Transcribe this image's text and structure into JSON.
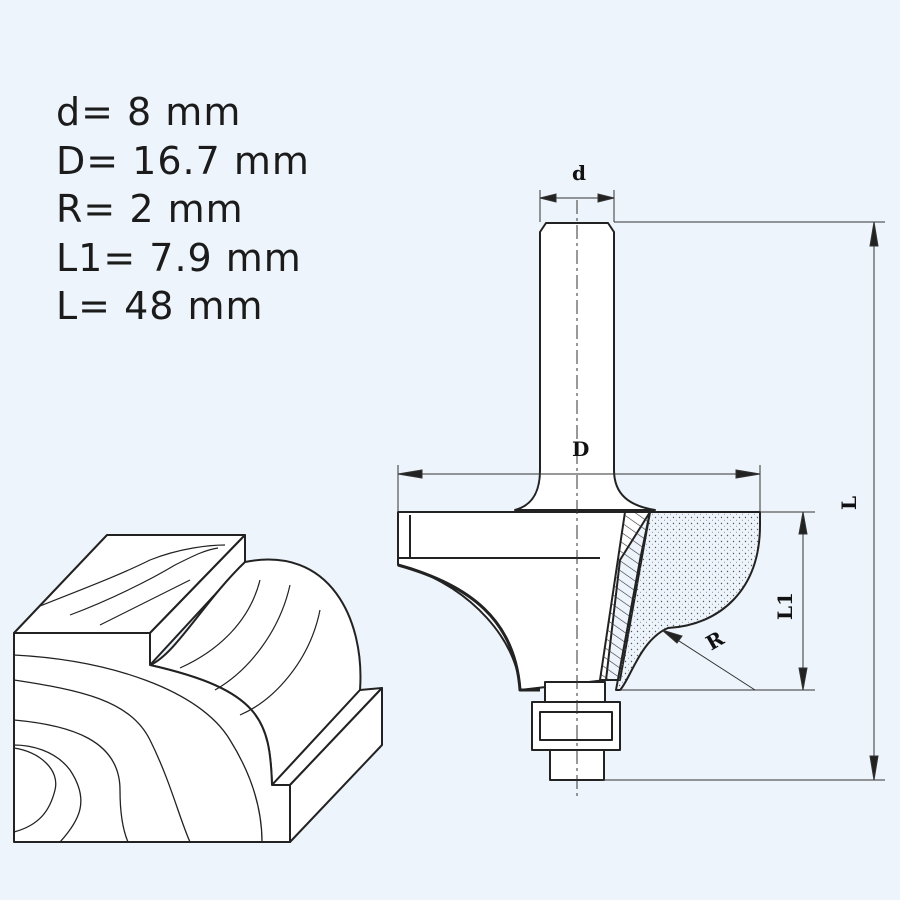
{
  "specs": [
    {
      "name": "d",
      "text": "d= 8 mm"
    },
    {
      "name": "D",
      "text": "D= 16.7 mm"
    },
    {
      "name": "R",
      "text": "R= 2 mm"
    },
    {
      "name": "L1",
      "text": "L1= 7.9 mm"
    },
    {
      "name": "L",
      "text": "L= 48 mm"
    }
  ],
  "labels": {
    "d": "d",
    "D": "D",
    "R": "R",
    "L1": "L1",
    "L": "L"
  },
  "colors": {
    "background": "#eef4fb",
    "line": "#222222",
    "fill": "#ffffff"
  }
}
